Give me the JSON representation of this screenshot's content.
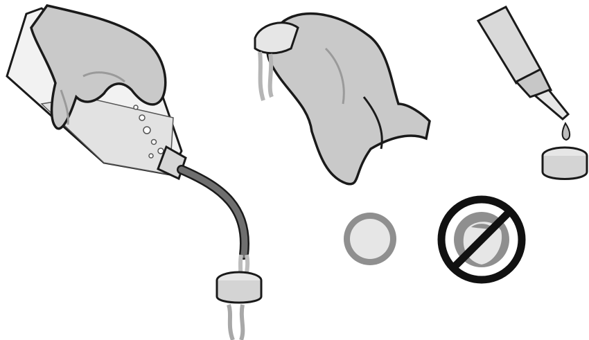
{
  "figure": {
    "panels": [
      {
        "id": "pour",
        "icon": "gloved-hand-pouring-wash-bottle-icon"
      },
      {
        "id": "squeeze",
        "icon": "gloved-hand-squeezing-sponge-icon"
      },
      {
        "id": "drop",
        "icon": "dropper-bottle-drop-onto-sponge-icon"
      },
      {
        "id": "correct",
        "icon": "evenly-wet-sponge-icon"
      },
      {
        "id": "incorrect",
        "icon": "unevenly-wet-sponge-prohibited-icon"
      }
    ],
    "colors": {
      "outline": "#1a1a1a",
      "glove": "#c9c9c9",
      "glove_shadow": "#9a9a9a",
      "sponge_light": "#e6e6e6",
      "sponge_ring": "#8f8f8f",
      "tube": "#6f6f6f",
      "prohibit": "#111111"
    }
  }
}
